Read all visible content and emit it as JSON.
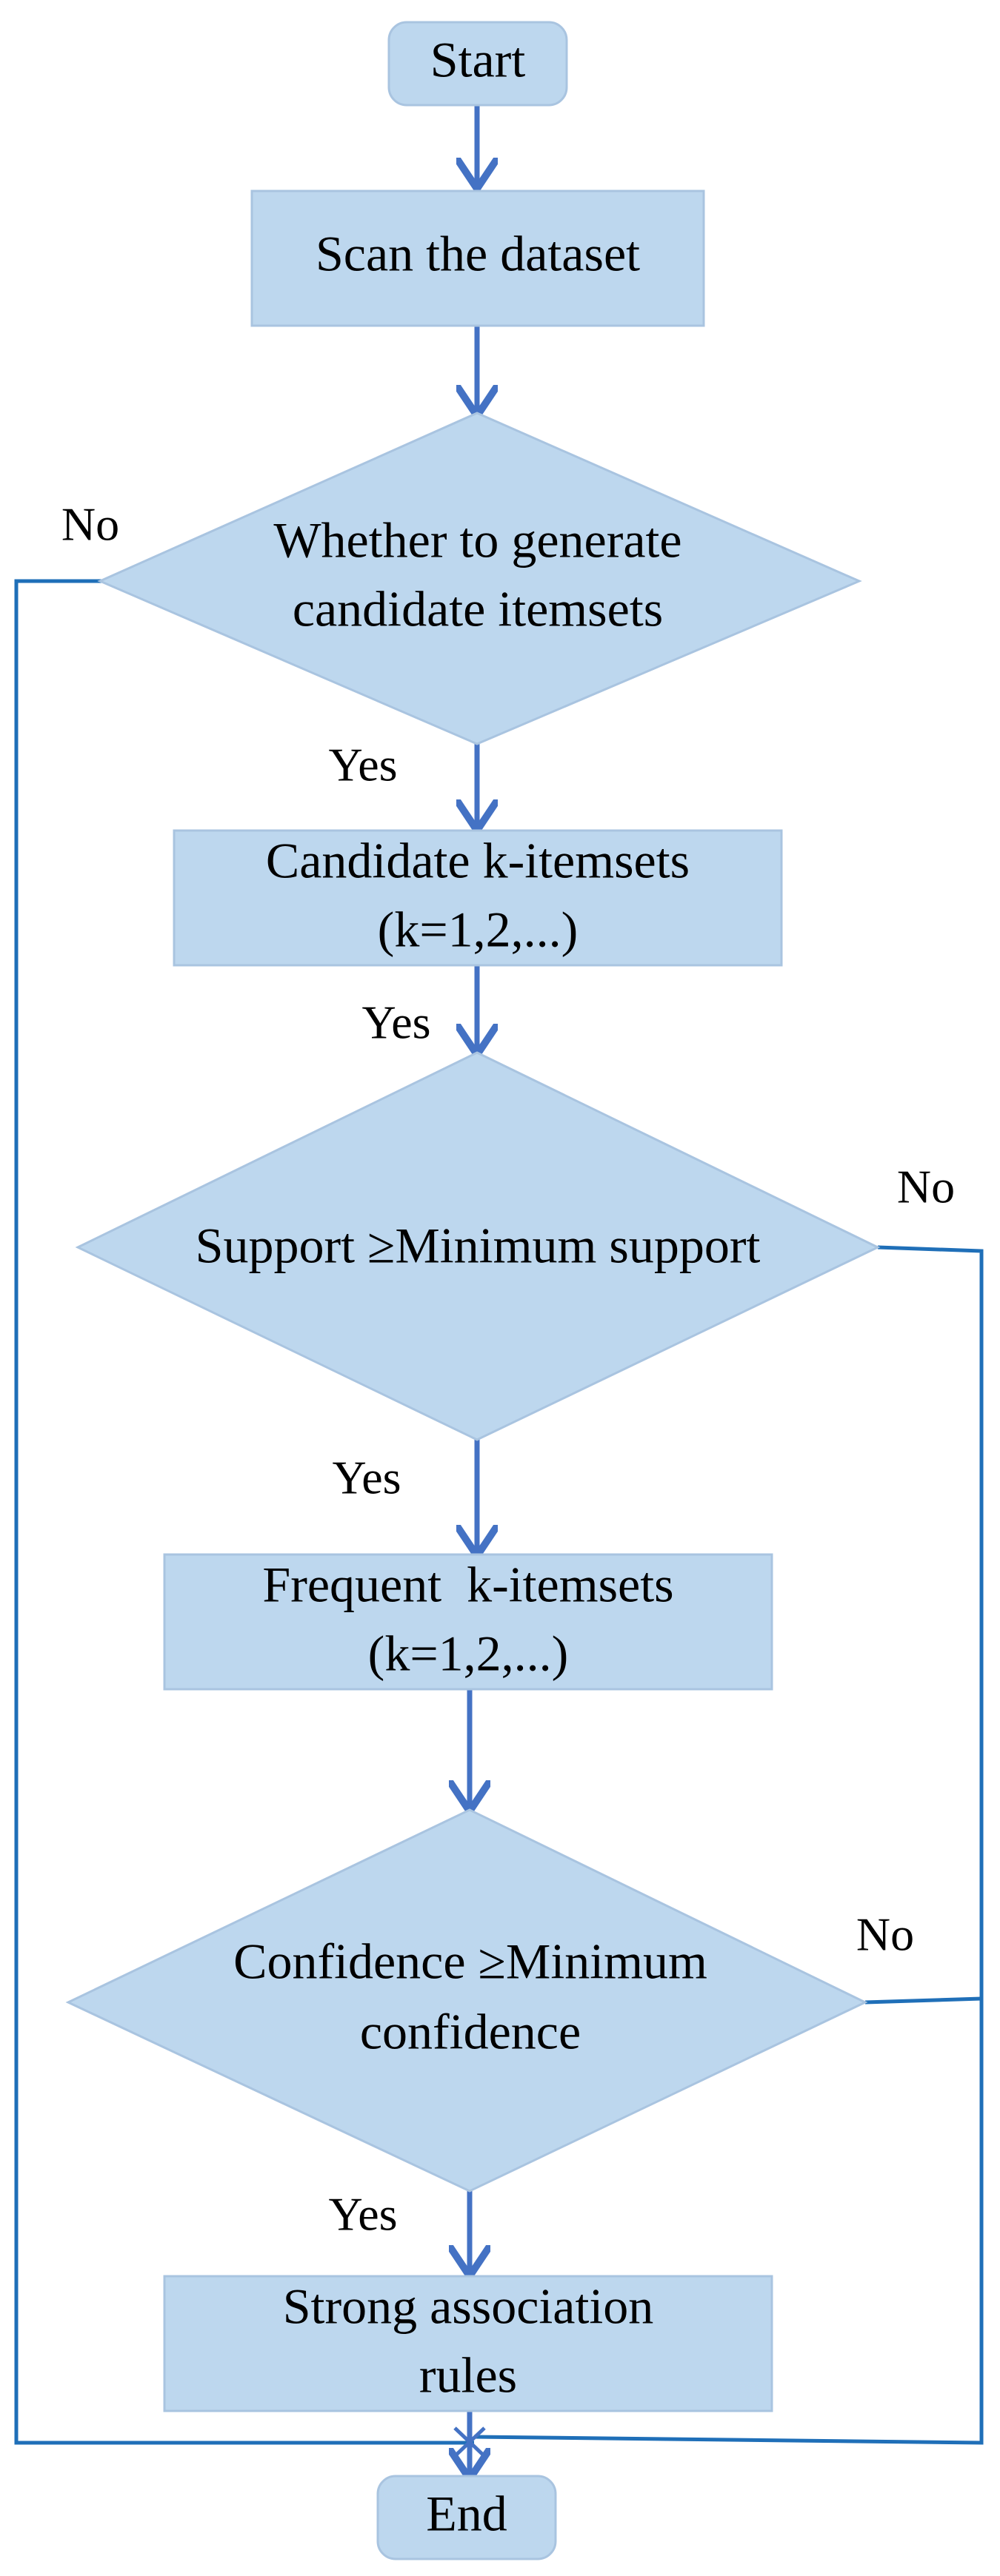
{
  "nodes": {
    "start": "Start",
    "scan": "Scan the dataset",
    "decision_generate": [
      "Whether to generate",
      "candidate itemsets"
    ],
    "candidate": [
      "Candidate k-itemsets",
      "(k=1,2,...)"
    ],
    "decision_support": "Support ≥Minimum support",
    "frequent": [
      "Frequent  k-itemsets",
      "(k=1,2,...)"
    ],
    "decision_confidence": [
      "Confidence ≥Minimum",
      "confidence"
    ],
    "rules": [
      "Strong association",
      "rules"
    ],
    "end": "End"
  },
  "edge_labels": {
    "generate_no": "No",
    "generate_yes": "Yes",
    "candidate_yes": "Yes",
    "support_no": "No",
    "support_yes": "Yes",
    "confidence_no": "No",
    "confidence_yes": "Yes"
  },
  "colors": {
    "node_fill": "#bdd7ee",
    "node_stroke": "#a9c4e0",
    "arrow": "#4472c4",
    "loop_line": "#1f6fb8"
  }
}
